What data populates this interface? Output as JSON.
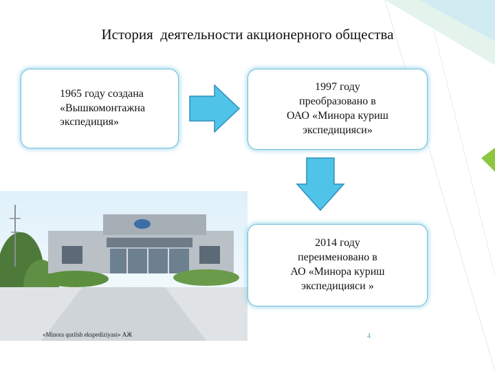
{
  "slide": {
    "title": "История  деятельности акционерного общества",
    "box1": {
      "lines": [
        "1965 году создана",
        "«Вышкомонтажна",
        "экспедиция»"
      ]
    },
    "box2": {
      "lines": [
        "1997 году",
        "преобразовано в",
        "ОАО «Минора куриш",
        "экспедицияси»"
      ]
    },
    "box3": {
      "lines": [
        "2014 году",
        "переименовано в",
        "АО «Минора куриш",
        "экспедицияси »"
      ]
    },
    "photo_caption": "«Minora qurilsh ekspediziyasi» АЖ",
    "page_number": "4"
  },
  "colors": {
    "arrow_fill": "#4fc3e8",
    "arrow_stroke": "#2d8fb8",
    "box_glow": "#6ec3e1",
    "accent_green": "#8dc63f"
  }
}
